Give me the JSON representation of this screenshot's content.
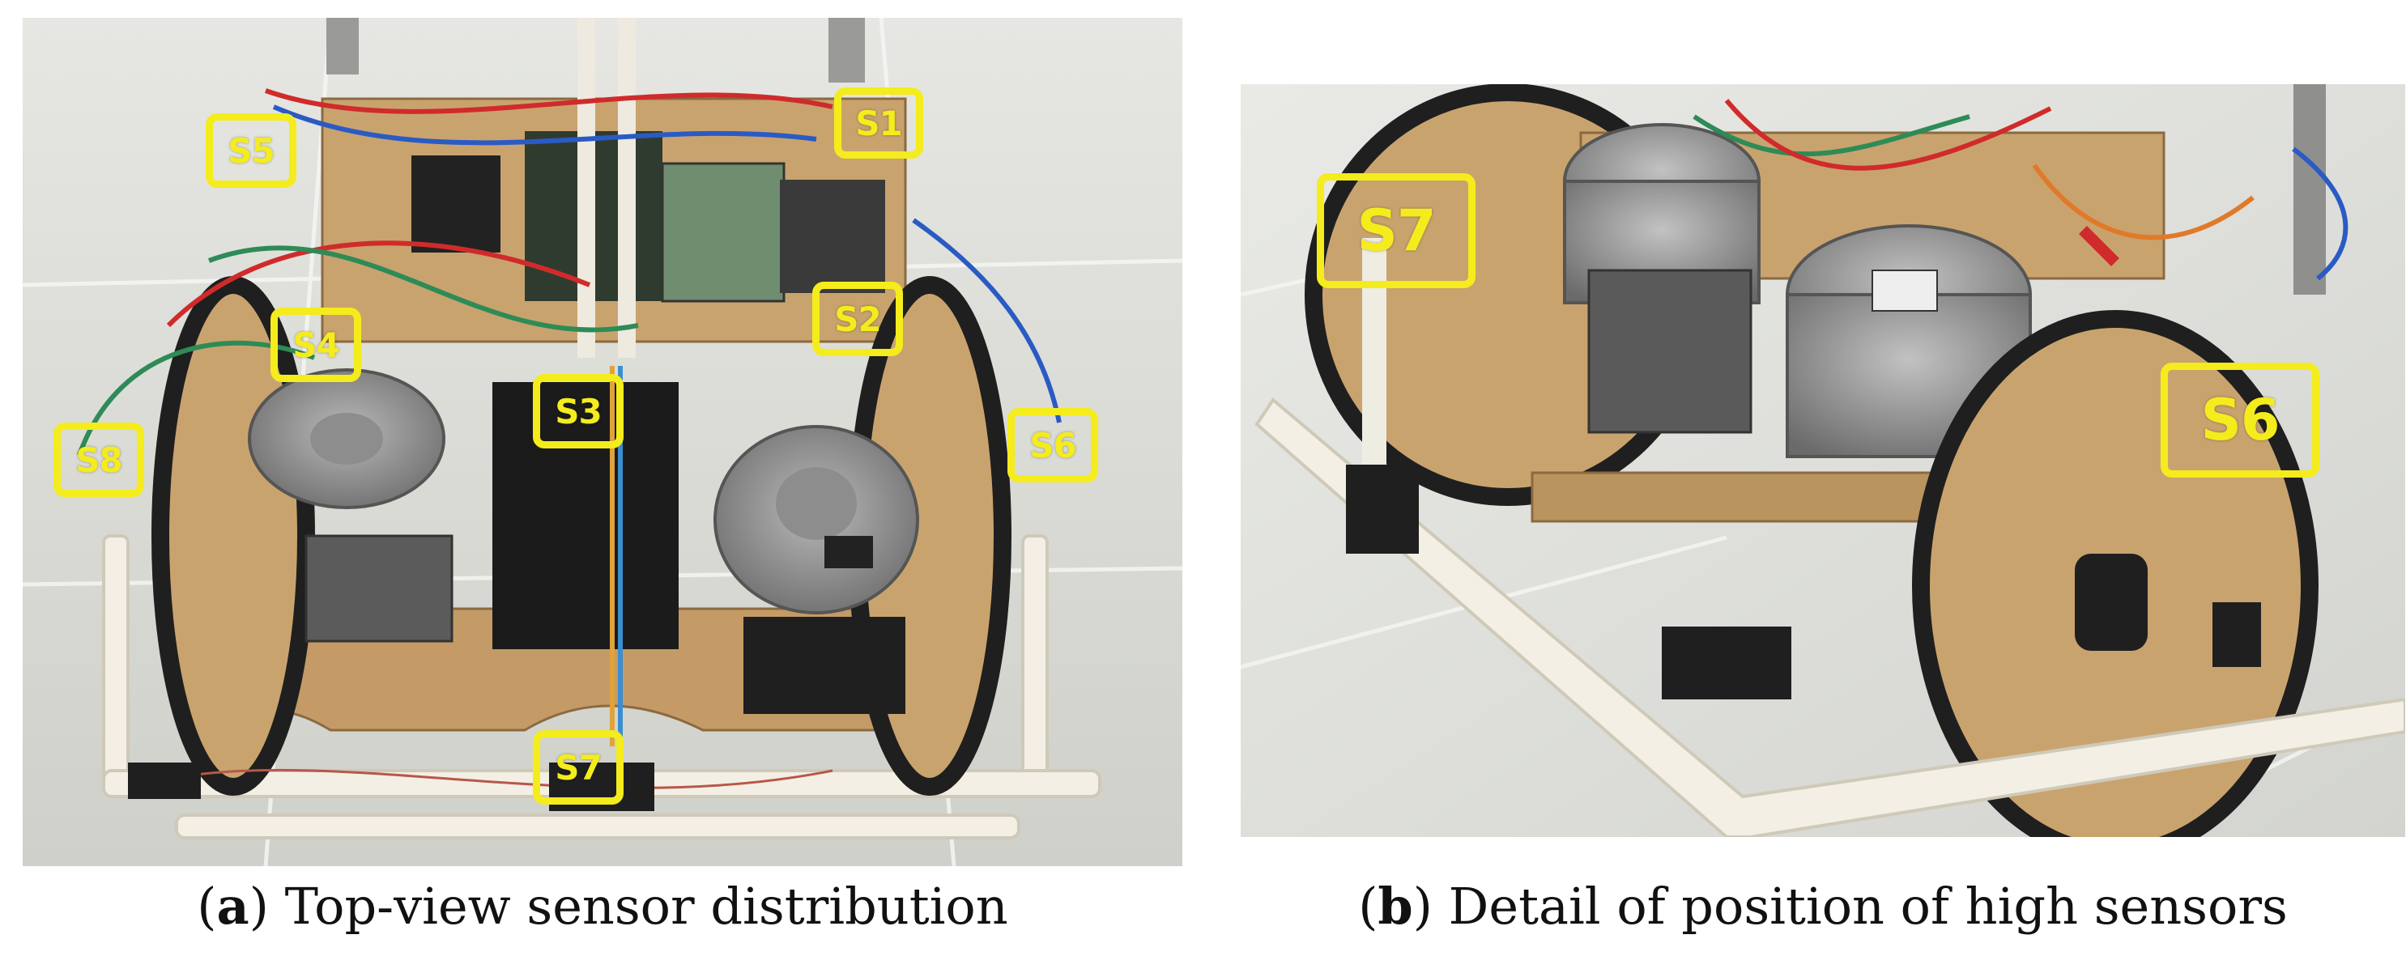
{
  "panel_a": {
    "sensors": [
      {
        "label": "S1"
      },
      {
        "label": "S2"
      },
      {
        "label": "S3"
      },
      {
        "label": "S4"
      },
      {
        "label": "S5"
      },
      {
        "label": "S6"
      },
      {
        "label": "S7"
      },
      {
        "label": "S8"
      }
    ],
    "caption": {
      "letter": "a",
      "text": "Top-view sensor distribution"
    }
  },
  "panel_b": {
    "sensors": [
      {
        "label": "S7"
      },
      {
        "label": "S6"
      }
    ],
    "caption": {
      "letter": "b",
      "text": "Detail of position of high sensors"
    }
  },
  "colors": {
    "highlight": "#f4ec1c",
    "floor": "#dedfd9",
    "wood": "#c9a36e",
    "frame": "#f3efe4",
    "dark": "#1f1f1f"
  }
}
